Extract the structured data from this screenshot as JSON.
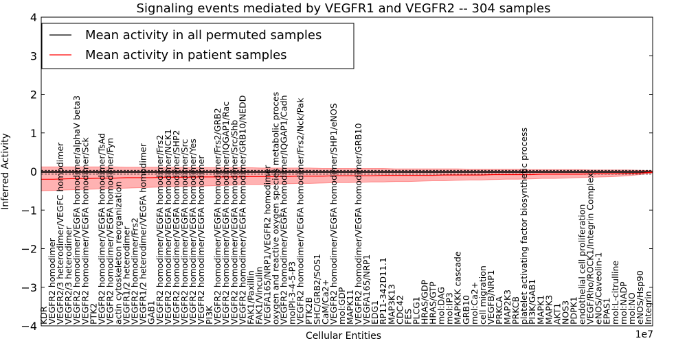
{
  "chart_data": {
    "type": "line",
    "title": "Signaling events mediated by VEGFR1 and VEGFR2 -- 304 samples",
    "xlabel": "Cellular Entities",
    "ylabel": "Inferred Activity",
    "x_offset_label": "1e7",
    "ylim": [
      -4,
      4
    ],
    "yticks": [
      -4,
      -3,
      -2,
      -1,
      0,
      1,
      2,
      3,
      4
    ],
    "grid": false,
    "legend_position": "top-left",
    "x": [
      0,
      2,
      4,
      6,
      8,
      10,
      12,
      14,
      16,
      18,
      20,
      22,
      24,
      26,
      28,
      30,
      32,
      34,
      36,
      38,
      40,
      42,
      44,
      46,
      48,
      50,
      52,
      54,
      56,
      58,
      60,
      62,
      64,
      66,
      68,
      70,
      72,
      74,
      76,
      78,
      80,
      82,
      84,
      86,
      88,
      90,
      92,
      94,
      96,
      98,
      100
    ],
    "series": [
      {
        "name": "Mean activity in all permuted samples",
        "color": "#000000",
        "values": [
          -0.02,
          -0.02,
          -0.02,
          -0.02,
          -0.02,
          -0.02,
          -0.02,
          -0.02,
          -0.02,
          -0.02,
          -0.02,
          -0.02,
          -0.02,
          -0.02,
          -0.02,
          -0.02,
          -0.02,
          -0.02,
          -0.02,
          -0.02,
          -0.02,
          -0.02,
          -0.02,
          -0.02,
          -0.02,
          -0.02,
          -0.02,
          -0.02,
          -0.02,
          -0.02,
          -0.02,
          -0.02,
          -0.02,
          -0.02,
          -0.02,
          -0.02,
          -0.02,
          -0.02,
          -0.02,
          -0.02,
          -0.02,
          -0.02,
          -0.02,
          -0.02,
          -0.02,
          -0.02,
          -0.02,
          -0.02,
          -0.02,
          -0.02,
          -0.02
        ]
      },
      {
        "name": "Mean activity in patient samples",
        "color": "#ff0000",
        "values": [
          -0.2,
          -0.2,
          -0.19,
          -0.18,
          -0.18,
          -0.17,
          -0.17,
          -0.16,
          -0.16,
          -0.16,
          -0.15,
          -0.15,
          -0.15,
          -0.14,
          -0.14,
          -0.14,
          -0.14,
          -0.13,
          -0.13,
          -0.13,
          -0.13,
          -0.12,
          -0.12,
          -0.12,
          -0.11,
          -0.11,
          -0.11,
          -0.11,
          -0.1,
          -0.1,
          -0.1,
          -0.1,
          -0.1,
          -0.09,
          -0.09,
          -0.09,
          -0.09,
          -0.08,
          -0.08,
          -0.08,
          -0.08,
          -0.07,
          -0.07,
          -0.07,
          -0.07,
          -0.06,
          -0.06,
          -0.06,
          -0.05,
          -0.04,
          -0.02
        ],
        "band_upper": [
          0.12,
          0.12,
          0.12,
          0.12,
          0.12,
          0.12,
          0.12,
          0.11,
          0.11,
          0.11,
          0.11,
          0.11,
          0.1,
          0.1,
          0.1,
          0.1,
          0.1,
          0.1,
          0.09,
          0.09,
          0.09,
          0.09,
          0.09,
          0.08,
          0.08,
          0.08,
          0.08,
          0.08,
          0.08,
          0.07,
          0.07,
          0.07,
          0.07,
          0.07,
          0.07,
          0.06,
          0.06,
          0.06,
          0.06,
          0.06,
          0.05,
          0.05,
          0.05,
          0.05,
          0.05,
          0.04,
          0.04,
          0.04,
          0.04,
          0.03,
          0.02
        ],
        "band_lower": [
          -0.5,
          -0.49,
          -0.48,
          -0.47,
          -0.46,
          -0.45,
          -0.44,
          -0.43,
          -0.42,
          -0.41,
          -0.4,
          -0.39,
          -0.38,
          -0.38,
          -0.37,
          -0.36,
          -0.35,
          -0.34,
          -0.34,
          -0.33,
          -0.32,
          -0.31,
          -0.31,
          -0.3,
          -0.29,
          -0.29,
          -0.28,
          -0.27,
          -0.27,
          -0.26,
          -0.26,
          -0.25,
          -0.24,
          -0.24,
          -0.23,
          -0.22,
          -0.22,
          -0.21,
          -0.2,
          -0.2,
          -0.19,
          -0.18,
          -0.18,
          -0.17,
          -0.16,
          -0.15,
          -0.14,
          -0.13,
          -0.11,
          -0.08,
          -0.04
        ]
      }
    ],
    "categories": [
      "KDR",
      "VEGFR2 homodimer",
      "VEGFR2/3 heterodimer/VEGFC homodimer",
      "VEGFR2/3 heterodimer",
      "VEGFR2 homodimer/VEGFA homodimer/alphaV beta3",
      "VEGFR2 homodimer/VEGFA homodimer/Sck",
      "PTK2",
      "VEGFR2 homodimer/VEGFA homodimer/TsAd",
      "VEGFR2 homodimer/VEGFA homodimer/Fyn",
      "actin cytoskeleton reorganization",
      "VEGFR1/2 heterodimer",
      "VEGFR2 homodimer/Frs2",
      "VEGFR1/2 heterodimer/VEGFA homodimer",
      "GAB1",
      "VEGFR2 homodimer/VEGFA homodimer/Frs2",
      "VEGFR2 homodimer/VEGFA homodimer/NCK1",
      "VEGFR2 homodimer/VEGFA homodimer/SHP2",
      "VEGFR2 homodimer/VEGFA homodimer/Src",
      "VEGFR2 homodimer/VEGFA homodimer/Yes",
      "VEGFR2 homodimer/VEGFA homodimer",
      "PI3K",
      "VEGFR2 homodimer/VEGFA homodimer/Frs2/GRB2",
      "VEGFR2 homodimer/VEGFA homodimer/IQGAP1/Rac",
      "VEGFR2 homodimer/VEGFA homodimer/Src/Shb",
      "VEGFR2 homodimer/VEGFA homodimer/GRB10/NEDD",
      "FAK1/Paxillin",
      "FAK1/Vinculin",
      "VEGFA165/NRP1/VEGFR2 homodimer",
      "oxygen and reactive oxygen species metabolic proces",
      "VEGFR2 homodimer/VEGFA homodimer/IQGAP1/Cadh",
      "moIPI-3-4-5-P3",
      "VEGFR2 homodimer/VEGFA homodimer/Frs2/Nck/Pak",
      "PTK2B",
      "SHC/GRB2/SOS1",
      "CaM/Ca2+",
      "VEGFR2 homodimer/VEGFA homodimer/SHP1/eNOS",
      "mol:GDP",
      "MAPK11",
      "VEGFR2 homodimer/VEGFA homodimer/GRB10",
      "VEGFA165/NRP1",
      "EDG1",
      "RP11-342D11.1",
      "MAP3K13",
      "CDC42",
      "FES",
      "PLCG1",
      "HRAS/GDP",
      "HRAS/GTP",
      "mol:DAG",
      "mol:IP3",
      "MAPKKK cascade",
      "GRB10",
      "mol:Ca2+",
      "cell migration",
      "VEGFB/NRP1",
      "PRKCA",
      "MAP2K3",
      "PRKCB",
      "platelet activating factor biosynthetic process",
      "PI3K/GAB1",
      "MAPK1",
      "MAPK3",
      "AKT1",
      "NOS3",
      "PDPK1",
      "endothelial cell proliferation",
      "VEGF/Rho/ROCK1/Integrin Complex",
      "eNOS/Caveolin-1",
      "EPAS1",
      "mol:L-citrulline",
      "mol:NADP",
      "mol:NO",
      "eNOS/Hsp90",
      "Integrin"
    ]
  }
}
